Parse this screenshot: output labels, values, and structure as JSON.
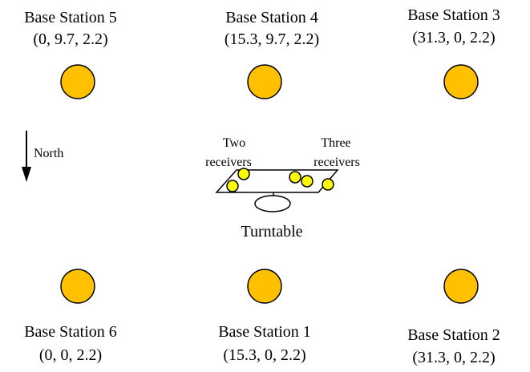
{
  "colors": {
    "station_fill": "#FFC000",
    "station_stroke": "#000000",
    "receiver_fill": "#FFFF00",
    "line": "#000000"
  },
  "stations": [
    {
      "id": "5",
      "name": "Base Station 5",
      "coords": "(0, 9.7, 2.2)"
    },
    {
      "id": "4",
      "name": "Base Station 4",
      "coords": "(15.3, 9.7, 2.2)"
    },
    {
      "id": "3",
      "name": "Base Station 3",
      "coords": "(31.3, 0, 2.2)"
    },
    {
      "id": "6",
      "name": "Base Station 6",
      "coords": "(0, 0, 2.2)"
    },
    {
      "id": "1",
      "name": "Base Station 1",
      "coords": "(15.3, 0, 2.2)"
    },
    {
      "id": "2",
      "name": "Base Station 2",
      "coords": "(31.3, 0, 2.2)"
    }
  ],
  "compass": {
    "label": "North",
    "icon": "south-pointing-arrow-icon"
  },
  "turntable": {
    "label": "Turntable",
    "left_group_label_line1": "Two",
    "left_group_label_line2": "receivers",
    "right_group_label_line1": "Three",
    "right_group_label_line2": "receivers",
    "left_receiver_count": 2,
    "right_receiver_count": 3
  }
}
